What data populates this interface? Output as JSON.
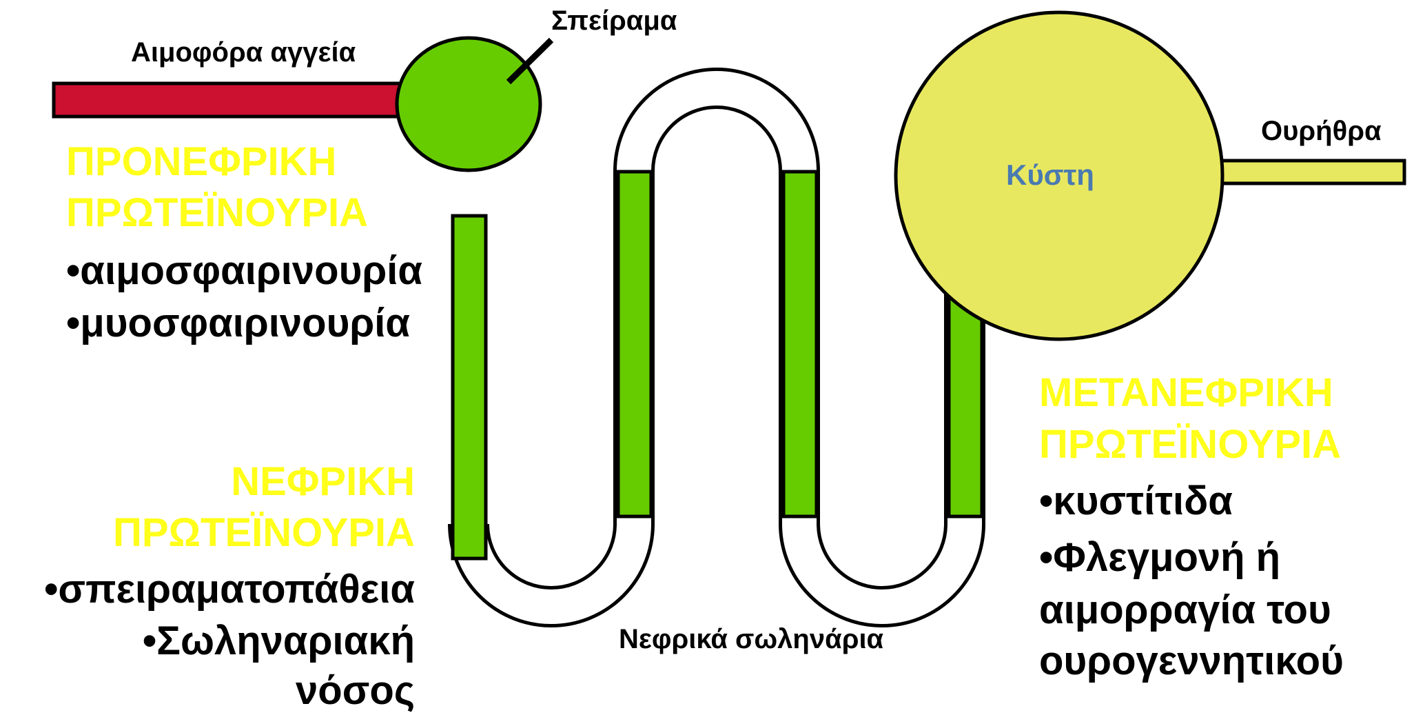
{
  "colors": {
    "vessel": "#cc1030",
    "glomerulus": "#66cc00",
    "bladder": "#e8e860",
    "heading": "#ffff1a",
    "bladder_text": "#4a7ab0",
    "outline": "#000000"
  },
  "labels": {
    "vessels": "Αιμοφόρα αγγεία",
    "glomerulus": "Σπείραμα",
    "bladder": "Κύστη",
    "urethra": "Ουρήθρα",
    "tubules": "Νεφρικά σωληνάρια"
  },
  "prerenal": {
    "heading_line1": "ΠΡΟΝΕΦΡΙΚΗ",
    "heading_line2": "ΠΡΩΤΕΪΝΟΥΡΙΑ",
    "items": [
      "•αιμοσφαιρινουρία",
      "•μυοσφαιρινουρία"
    ]
  },
  "renal": {
    "heading_line1": "ΝΕΦΡΙΚΗ",
    "heading_line2": "ΠΡΩΤΕΪΝΟΥΡΙΑ",
    "items": [
      "•σπειραματοπάθεια",
      "•Σωληναριακή",
      "νόσος"
    ]
  },
  "postrenal": {
    "heading_line1": "ΜΕΤΑΝΕΦΡΙΚΗ",
    "heading_line2": "ΠΡΩΤΕΪΝΟΥΡΙΑ",
    "items": [
      "•κυστίτιδα",
      "•Φλεγμονή ή",
      "αιμορραγία του",
      "ουρογεννητικού"
    ]
  }
}
